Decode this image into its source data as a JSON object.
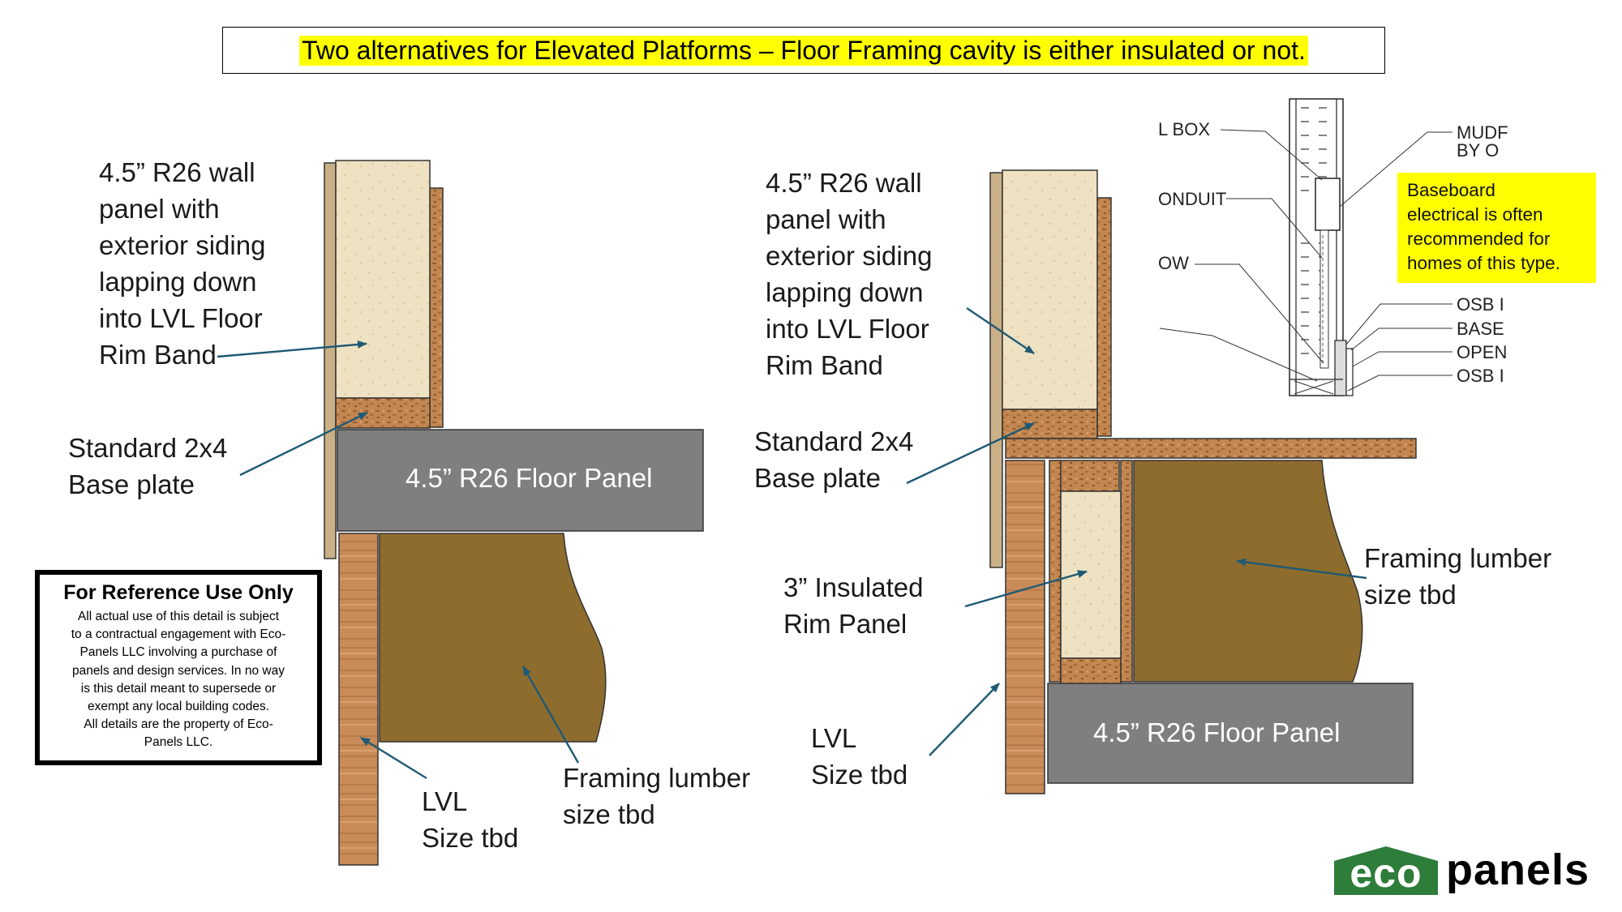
{
  "title": "Two alternatives for Elevated Platforms – Floor Framing cavity is either insulated or not.",
  "left": {
    "wall_panel_label": [
      "4.5” R26 wall",
      "panel with",
      "exterior siding",
      "lapping down",
      "into LVL Floor",
      "Rim Band"
    ],
    "base_plate_label": [
      "Standard 2x4",
      "Base plate"
    ],
    "floor_panel_label": "4.5” R26 Floor Panel",
    "framing_label": [
      "Framing lumber",
      "size tbd"
    ],
    "lvl_label": [
      "LVL",
      "Size tbd"
    ]
  },
  "right": {
    "wall_panel_label": [
      "4.5” R26 wall",
      "panel with",
      "exterior siding",
      "lapping down",
      "into LVL Floor",
      "Rim Band"
    ],
    "base_plate_label": [
      "Standard 2x4",
      "Base plate"
    ],
    "rim_panel_label": [
      "3” Insulated",
      "Rim Panel"
    ],
    "framing_label": [
      "Framing lumber",
      "size tbd"
    ],
    "lvl_label": [
      "LVL",
      "Size tbd"
    ],
    "floor_panel_label": "4.5” R26 Floor Panel"
  },
  "inset": {
    "callouts_left": [
      "L BOX",
      "ONDUIT",
      "OW"
    ],
    "callouts_right": [
      "MUDF",
      "BY O",
      "OSB I",
      "BASE",
      "OPEN",
      "OSB I"
    ]
  },
  "note": [
    "Baseboard",
    "electrical is often",
    "recommended for",
    "homes of this type."
  ],
  "reference": {
    "title": "For Reference Use Only",
    "body": [
      "All actual use of this detail is subject",
      "to a contractual engagement with Eco-",
      "Panels LLC involving a purchase of",
      "panels and design services.  In no way",
      "is this detail meant to supersede or",
      "exempt any local building codes.",
      "All details are the property of Eco-",
      "Panels LLC."
    ]
  },
  "logo": {
    "eco": "eco",
    "panels": "panels"
  },
  "colors": {
    "panel_core": "#efe3c4",
    "siding": "#c9b087",
    "osb": "#b5793f",
    "floor_panel": "#7f7f7f",
    "framing": "#8e6c2e",
    "lvl": "#c58a57",
    "arrow": "#1f5a75",
    "logo_green": "#2e7d3a"
  }
}
